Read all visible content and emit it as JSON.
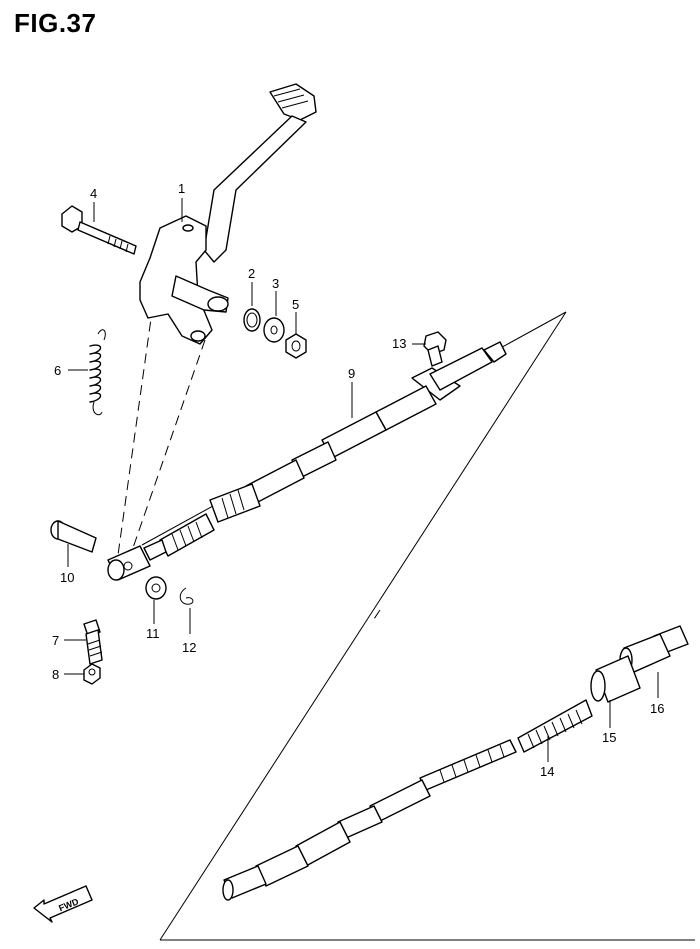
{
  "figure": {
    "title": "FIG.37"
  },
  "fwd_label": "FWD",
  "callouts": [
    "1",
    "2",
    "3",
    "4",
    "5",
    "6",
    "7",
    "8",
    "9",
    "10",
    "11",
    "12",
    "13",
    "14",
    "15",
    "16"
  ]
}
